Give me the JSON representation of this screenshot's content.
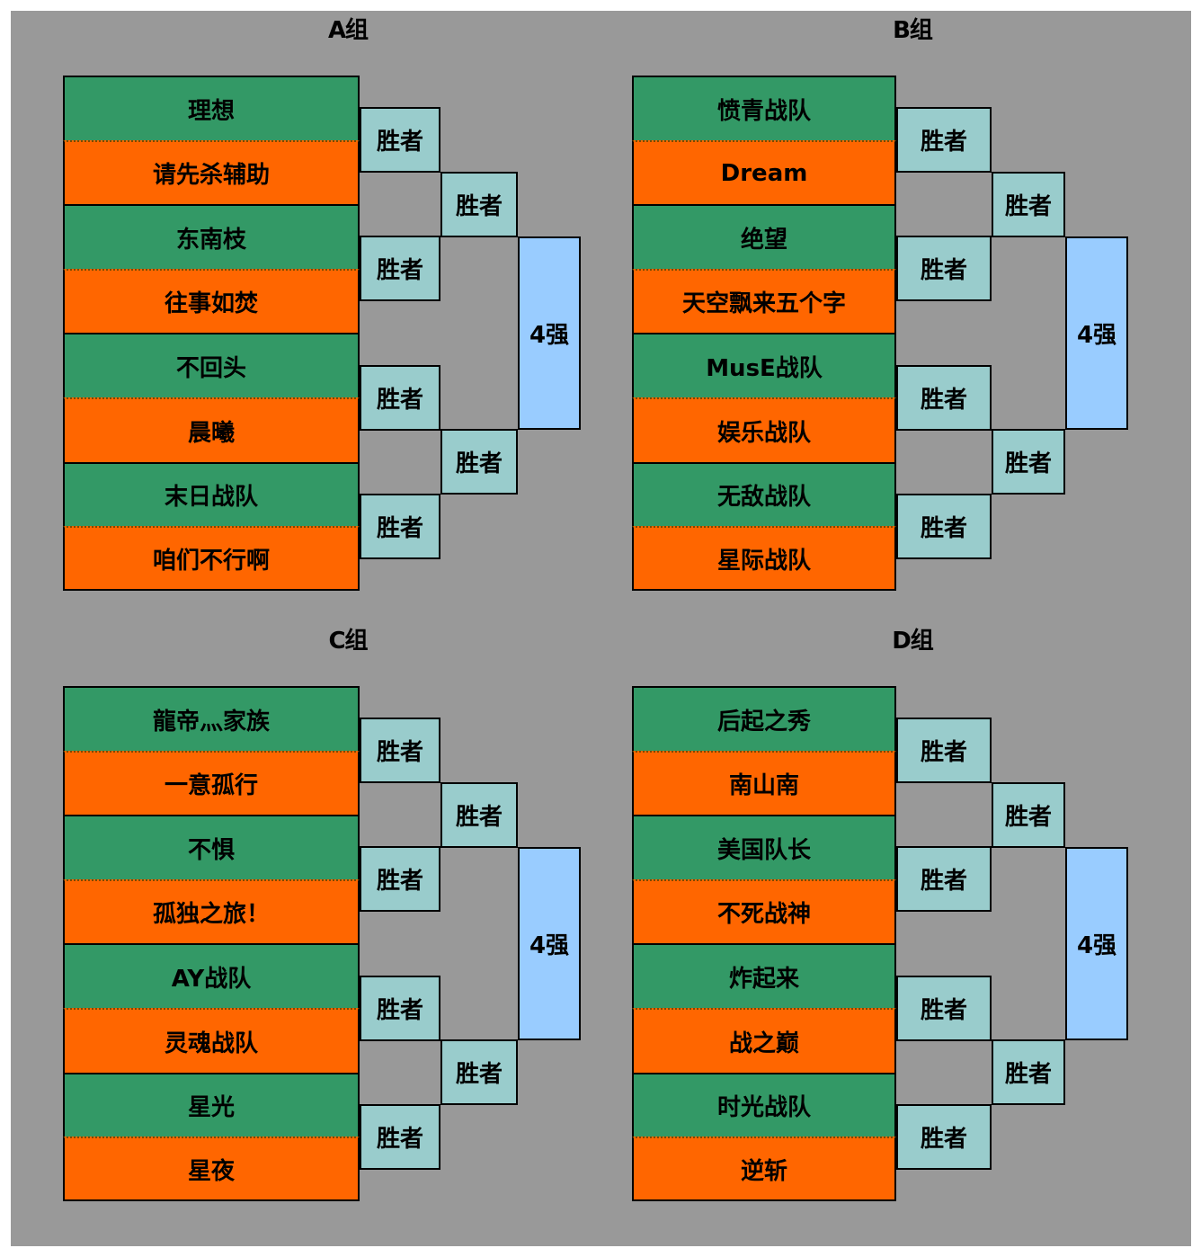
{
  "labels": {
    "winner": "胜者",
    "final": "4强"
  },
  "groups": [
    {
      "title": "A组",
      "teams": [
        "理想",
        "请先杀辅助",
        "东南枝",
        "往事如焚",
        "不回头",
        "晨曦",
        "末日战队",
        "咱们不行啊"
      ]
    },
    {
      "title": "B组",
      "teams": [
        "愤青战队",
        "Dream",
        "绝望",
        "天空飘来五个字",
        "MusE战队",
        "娱乐战队",
        "无敌战队",
        "星际战队"
      ]
    },
    {
      "title": "C组",
      "teams": [
        "龍帝灬家族",
        "一意孤行",
        "不惧",
        "孤独之旅！",
        "AY战队",
        "灵魂战队",
        "星光",
        "星夜"
      ]
    },
    {
      "title": "D组",
      "teams": [
        "后起之秀",
        "南山南",
        "美国队长",
        "不死战神",
        "炸起来",
        "战之巅",
        "时光战队",
        "逆斩"
      ]
    }
  ],
  "colors": {
    "team_a": "#339966",
    "team_b": "#ff6600",
    "winner_box": "#99cccc",
    "final_box": "#99ccff",
    "background": "#999999"
  }
}
